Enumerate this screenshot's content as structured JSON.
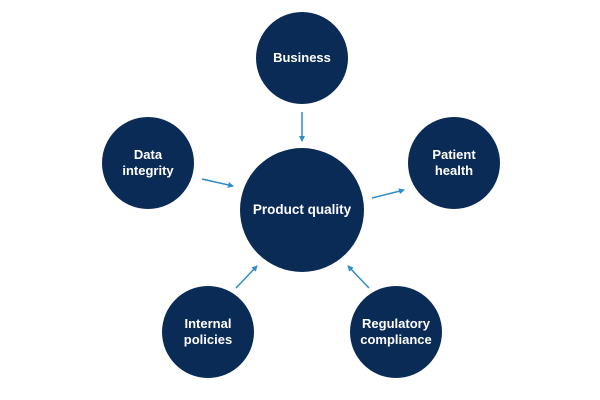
{
  "colors": {
    "node_fill": "#0b2b57",
    "node_text": "#ffffff",
    "arrow": "#2f8cc6",
    "background": "#ffffff"
  },
  "diagram": {
    "center": {
      "label": "Product quality"
    },
    "business": {
      "label": "Business"
    },
    "data_integrity": {
      "label": "Data\nintegrity"
    },
    "patient_health": {
      "label": "Patient\nhealth"
    },
    "internal_policies": {
      "label": "Internal\npolicies"
    },
    "regulatory_compliance": {
      "label": "Regulatory\ncompliance"
    }
  }
}
